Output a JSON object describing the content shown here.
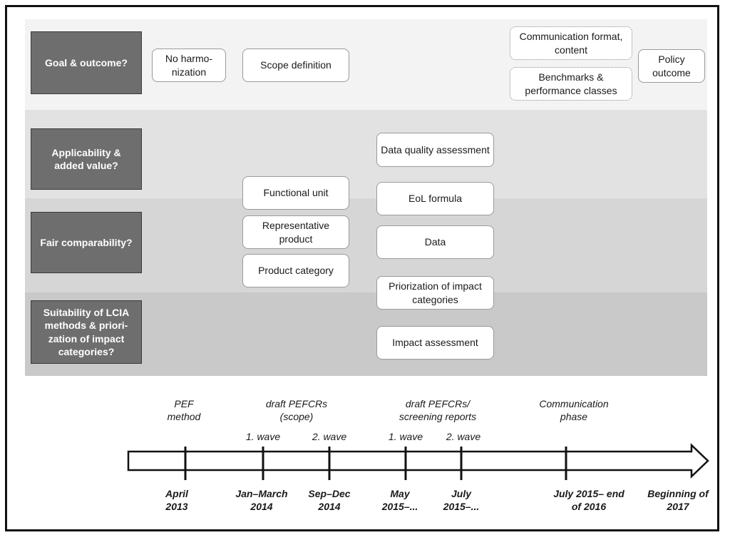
{
  "questions": {
    "goal": "Goal & outcome?",
    "applicability": "Applicability & added value?",
    "fair": "Fair comparability?",
    "lcia": "Suitability of LCIA methods & priori-zation of impact categories?"
  },
  "boxes": {
    "no_harmonization": "No harmo-nization",
    "scope_definition": "Scope definition",
    "communication_format": "Communication format, content",
    "benchmarks": "Benchmarks & performance classes",
    "policy_outcome": "Policy outcome",
    "data_quality": "Data quality assessment",
    "functional_unit": "Functional unit",
    "eol_formula": "EoL formula",
    "representative_product": "Representative product",
    "data": "Data",
    "product_category": "Product category",
    "priorization": "Priorization of impact categories",
    "impact_assessment": "Impact assessment"
  },
  "phases": {
    "pef": "PEF method",
    "draft_scope": "draft PEFCRs (scope)",
    "draft_screening": "draft PEFCRs/ screening reports",
    "communication": "Communication phase"
  },
  "waves": {
    "w1a": "1. wave",
    "w2a": "2. wave",
    "w1b": "1. wave",
    "w2b": "2. wave"
  },
  "dates": {
    "d1": "April 2013",
    "d2": "Jan–March 2014",
    "d3": "Sep–Dec 2014",
    "d4": "May 2015–...",
    "d5": "July 2015–...",
    "d6": "July 2015– end of 2016",
    "d7": "Beginning of 2017"
  }
}
